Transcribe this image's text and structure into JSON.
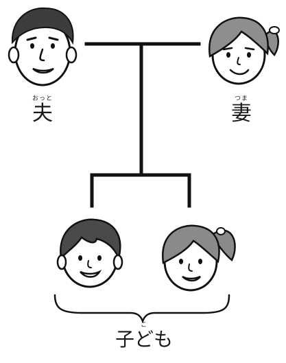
{
  "husband": {
    "ruby": "おっと",
    "label": "夫",
    "icon": "man-face-icon"
  },
  "wife": {
    "ruby": "つま",
    "label": "妻",
    "icon": "woman-face-icon"
  },
  "children": {
    "ruby": "こ",
    "label": "子ども",
    "members": [
      {
        "icon": "boy-face-icon"
      },
      {
        "icon": "girl-face-icon"
      }
    ]
  },
  "colors": {
    "line": "#111111",
    "hair_man": "#3d3d3d",
    "hair_woman": "#8e8e8e",
    "hair_boy": "#4a4a4a",
    "hair_girl": "#8a8a8a",
    "skin": "#ffffff"
  }
}
